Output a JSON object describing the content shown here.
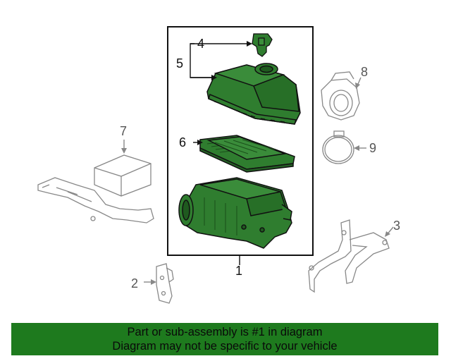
{
  "callouts": {
    "c1": "1",
    "c2": "2",
    "c3": "3",
    "c4": "4",
    "c5": "5",
    "c6": "6",
    "c7": "7",
    "c8": "8",
    "c9": "9"
  },
  "banner": {
    "line1": "Part or sub-assembly is #1 in diagram",
    "line2": "Diagram may not be specific to your vehicle"
  },
  "colors": {
    "highlight": "#2f7d2f",
    "banner": "#1e7a1e",
    "outline": "#111111",
    "context_lines": "#888888"
  }
}
